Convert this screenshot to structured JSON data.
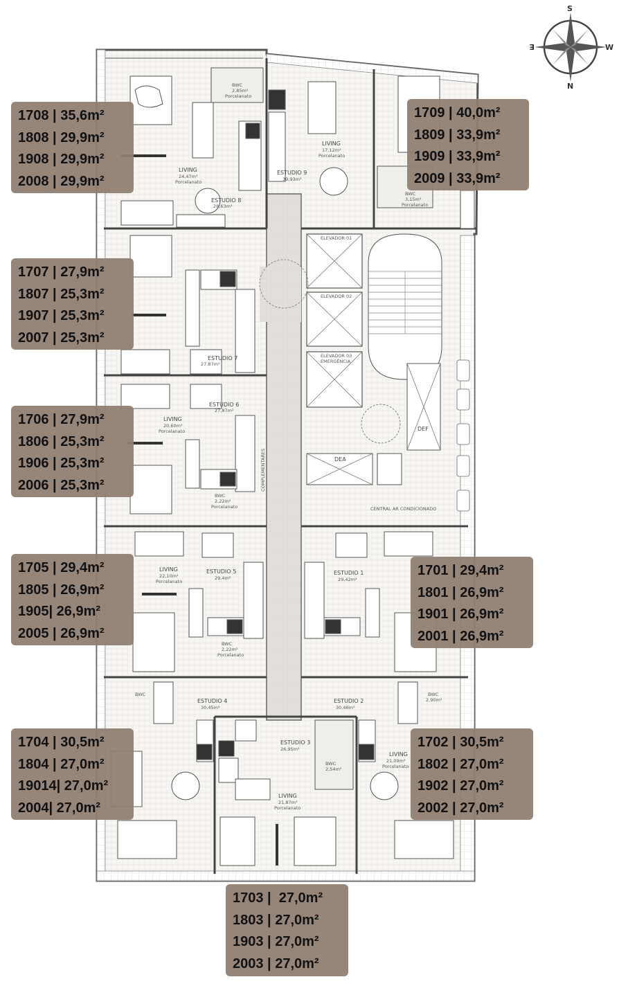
{
  "compass": {
    "top": "S",
    "bottom": "N",
    "left": "E",
    "right": "W"
  },
  "plan_labels": {
    "bwc": "BWC",
    "living": "LIVING",
    "porcelanato": "Porcelanato",
    "estudio_9": "ESTUDIO 9",
    "estudio_8": "ESTUDIO 8",
    "estudio_7": "ESTUDIO 7",
    "estudio_6": "ESTUDIO 6",
    "estudio_5": "ESTUDIO 5",
    "estudio_4": "ESTUDIO 4",
    "estudio_3": "ESTUDIO 3",
    "estudio_2": "ESTUDIO 2",
    "estudio_1": "ESTUDIO 1",
    "elevador_01": "ELEVADOR 01",
    "elevador_02": "ELEVADOR 02",
    "elevador_03": "ELEVADOR 03",
    "emergencia": "EMERGÊNCIA",
    "def": "DEF",
    "dea": "DEA",
    "complementares": "COMPLEMENTARES",
    "central_ar": "CENTRAL AR CONDICIONADO",
    "area_9_living": "17,12m²",
    "area_9": "39,93m²",
    "area_9_bwc": "3,15m²",
    "area_8_bwc": "2,85m²",
    "area_8_living": "24,47m²",
    "area_8": "28,63m²",
    "area_7": "27,87m²",
    "area_6": "27,87m²",
    "area_6_living": "20,60m²",
    "area_6_bwc": "2,22m²",
    "area_5_living": "22,10m²",
    "area_5": "29,4m²",
    "area_5_bwc": "2,22m²",
    "area_1": "29,42m²",
    "area_4": "30,45m²",
    "area_2": "30,46m²",
    "area_2_bwc": "2,90m²",
    "area_3": "26,95m²",
    "area_3_living": "21,87m²",
    "area_3_bwc": "2,54m²",
    "area_2_living": "21,09m²"
  },
  "units": [
    {
      "id": "group-1708",
      "lines": [
        "1708 | 35,6m²",
        "1808 | 29,9m²",
        "1908 | 29,9m²",
        "2008 | 29,9m²"
      ]
    },
    {
      "id": "group-1709",
      "lines": [
        "1709 | 40,0m²",
        "1809 | 33,9m²",
        "1909 | 33,9m²",
        "2009 | 33,9m²"
      ]
    },
    {
      "id": "group-1707",
      "lines": [
        "1707 | 27,9m²",
        "1807 | 25,3m²",
        "1907 | 25,3m²",
        "2007 | 25,3m²"
      ]
    },
    {
      "id": "group-1706",
      "lines": [
        "1706 | 27,9m²",
        "1806 | 25,3m²",
        "1906 | 25,3m²",
        "2006 | 25,3m²"
      ]
    },
    {
      "id": "group-1705",
      "lines": [
        "1705 | 29,4m²",
        "1805 | 26,9m²",
        "1905| 26,9m²",
        "2005 | 26,9m²"
      ]
    },
    {
      "id": "group-1701",
      "lines": [
        "1701 | 29,4m²",
        "1801 | 26,9m²",
        "1901 | 26,9m²",
        "2001 | 26,9m²"
      ]
    },
    {
      "id": "group-1704",
      "lines": [
        "1704 | 30,5m²",
        "1804 | 27,0m²",
        "19014| 27,0m²",
        "2004| 27,0m²"
      ]
    },
    {
      "id": "group-1702",
      "lines": [
        "1702 | 30,5m²",
        "1802 | 27,0m²",
        "1902 | 27,0m²",
        "2002 | 27,0m²"
      ]
    },
    {
      "id": "group-1703",
      "lines": [
        "1703 |  27,0m²",
        "1803 | 27,0m²",
        "1903 | 27,0m²",
        "2003 | 27,0m²"
      ]
    }
  ]
}
